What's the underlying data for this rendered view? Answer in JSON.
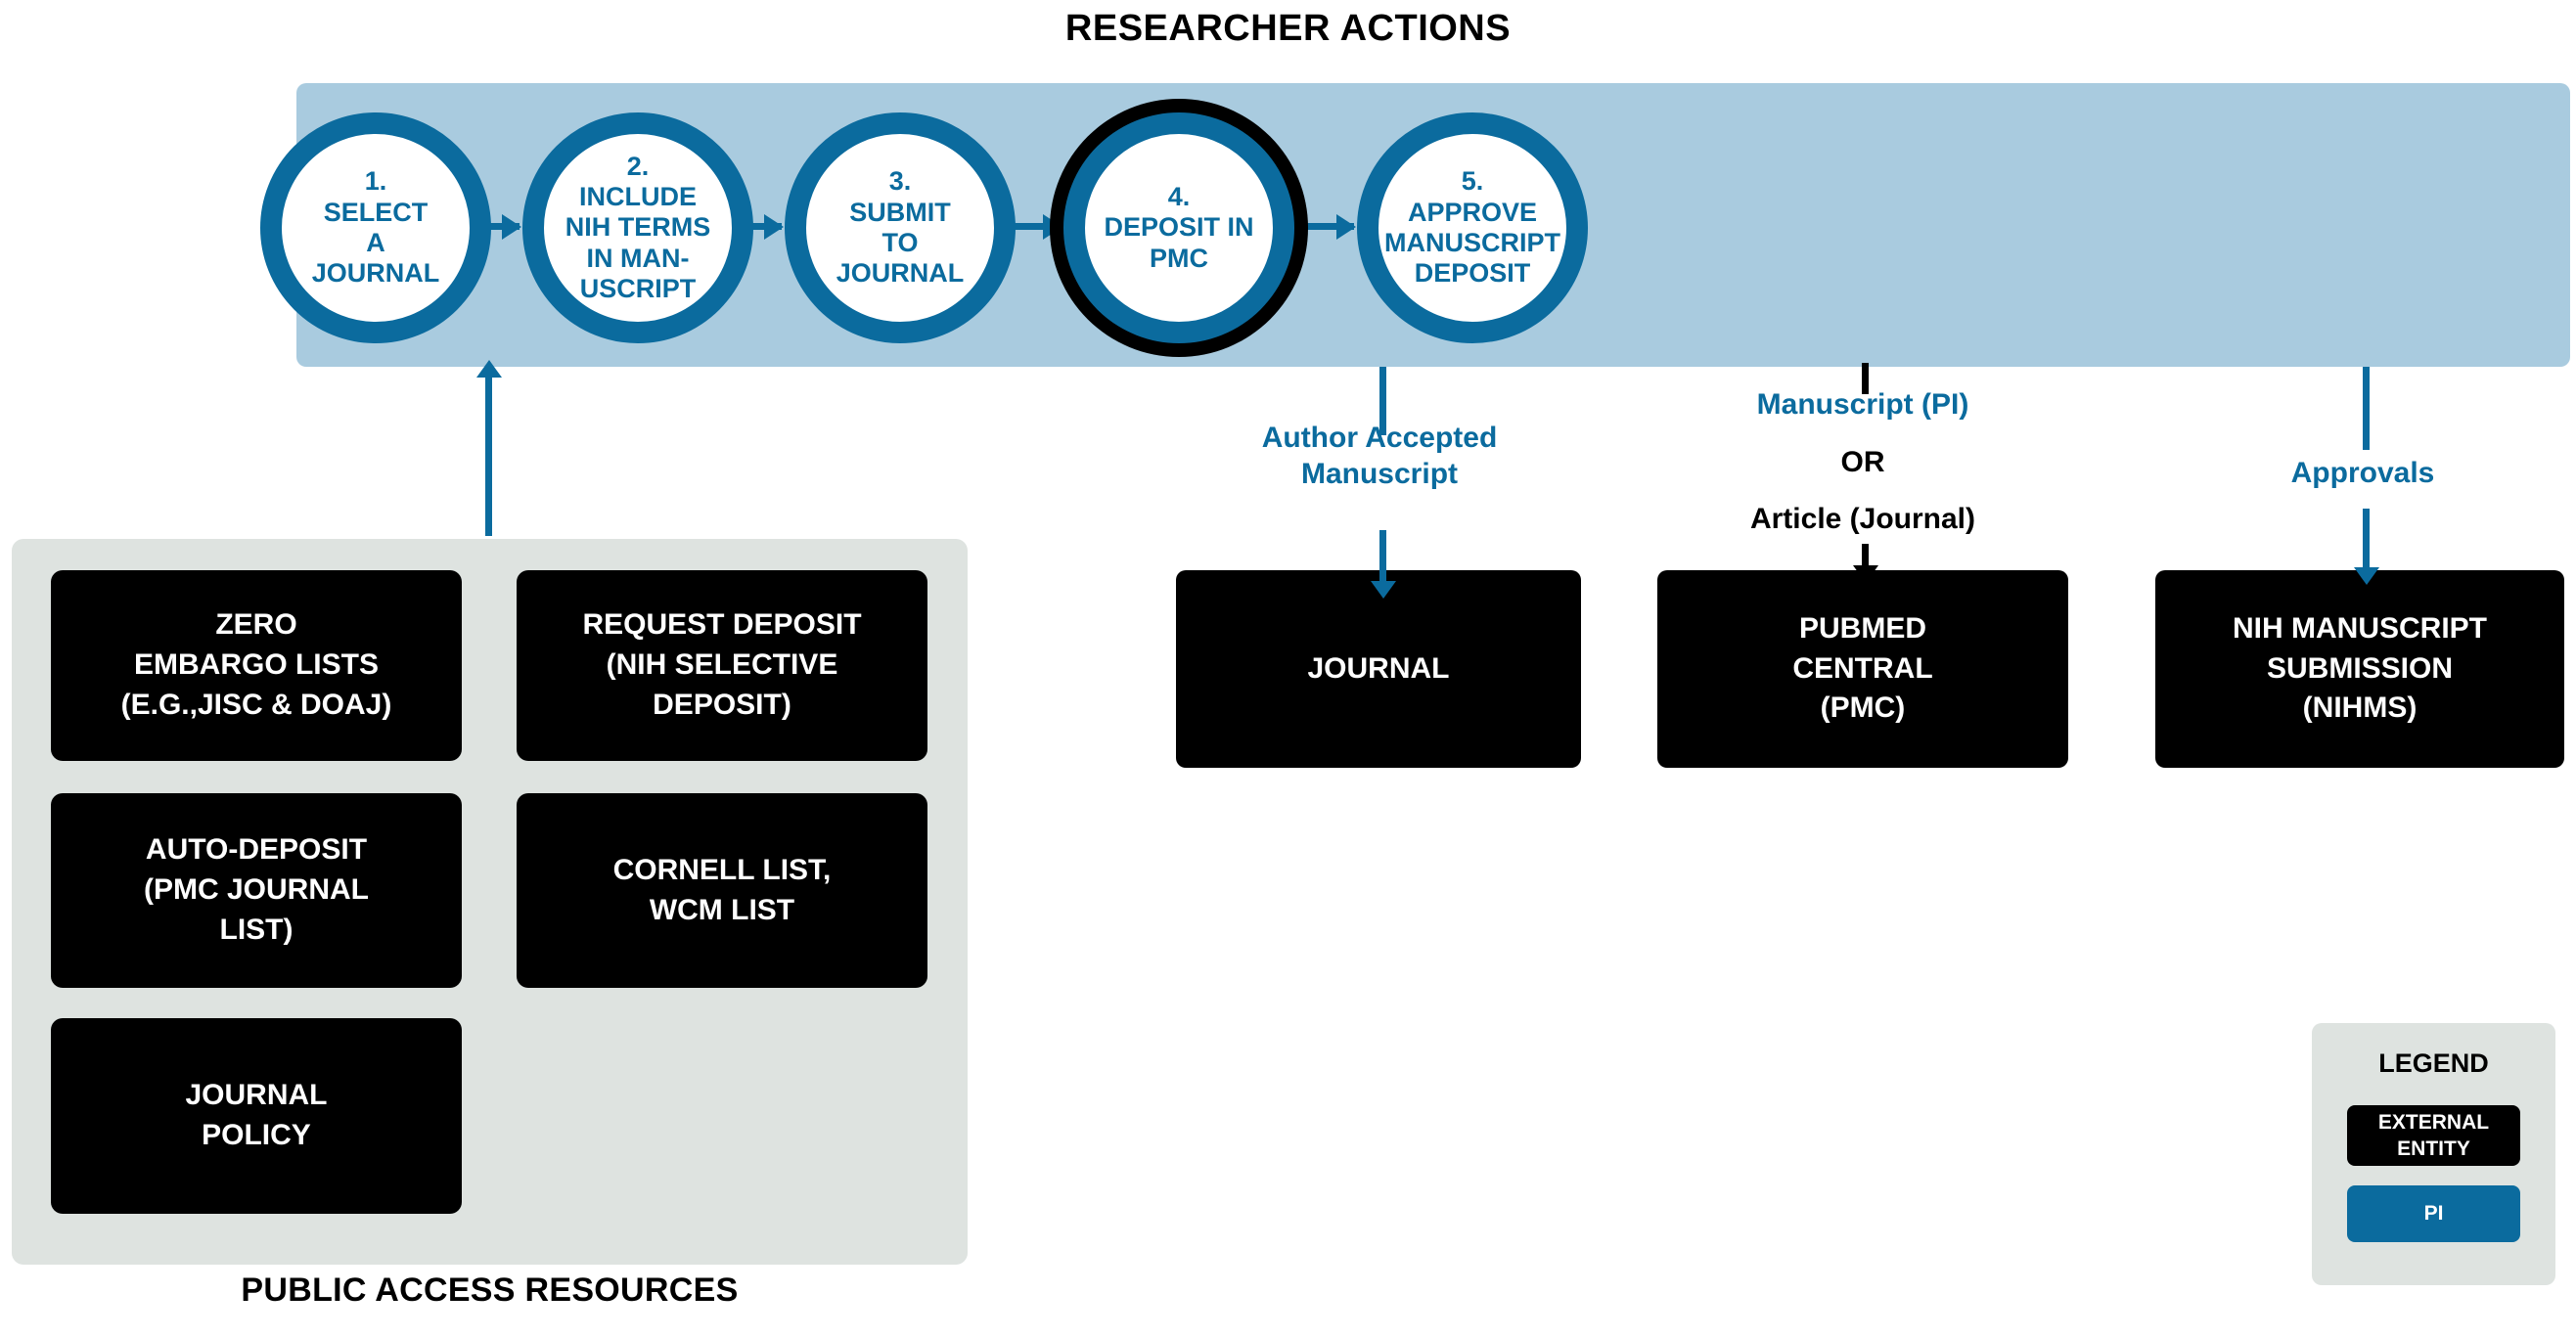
{
  "header": {
    "title": "RESEARCHER ACTIONS"
  },
  "steps": [
    {
      "num": "1.",
      "label": "SELECT\nA\nJOURNAL",
      "emphasis": false
    },
    {
      "num": "2.",
      "label": "INCLUDE\nNIH TERMS\nIN MAN-\nUSCRIPT",
      "emphasis": false
    },
    {
      "num": "3.",
      "label": "SUBMIT\nTO\nJOURNAL",
      "emphasis": false
    },
    {
      "num": "4.",
      "label": "DEPOSIT IN\nPMC",
      "emphasis": true
    },
    {
      "num": "5.",
      "label": "APPROVE\nMANUSCRIPT\nDEPOSIT",
      "emphasis": false
    }
  ],
  "flow_labels": {
    "author_accepted": "Author Accepted\nManuscript",
    "manuscript_pi": "Manuscript (PI)",
    "or": "OR",
    "article_journal": "Article (Journal)",
    "approvals": "Approvals"
  },
  "entities": {
    "journal": "JOURNAL",
    "pmc": "PUBMED\nCENTRAL\n(PMC)",
    "nihms": "NIH MANUSCRIPT\nSUBMISSION\n(NIHMS)"
  },
  "resources": {
    "caption": "PUBLIC ACCESS RESOURCES",
    "items": [
      "ZERO\nEMBARGO LISTS\n(E.G.,JISC & DOAJ)",
      "REQUEST DEPOSIT\n(NIH SELECTIVE\nDEPOSIT)",
      "AUTO-DEPOSIT\n(PMC JOURNAL\nLIST)",
      "CORNELL LIST,\nWCM LIST",
      "JOURNAL\nPOLICY"
    ]
  },
  "legend": {
    "title": "LEGEND",
    "external_entity": "EXTERNAL\nENTITY",
    "pi": "PI"
  },
  "colors": {
    "accent_blue": "#0b6b9e",
    "banner_blue": "#a9cbdf",
    "panel_grey": "#dee3e0",
    "entity_black": "#000000"
  }
}
